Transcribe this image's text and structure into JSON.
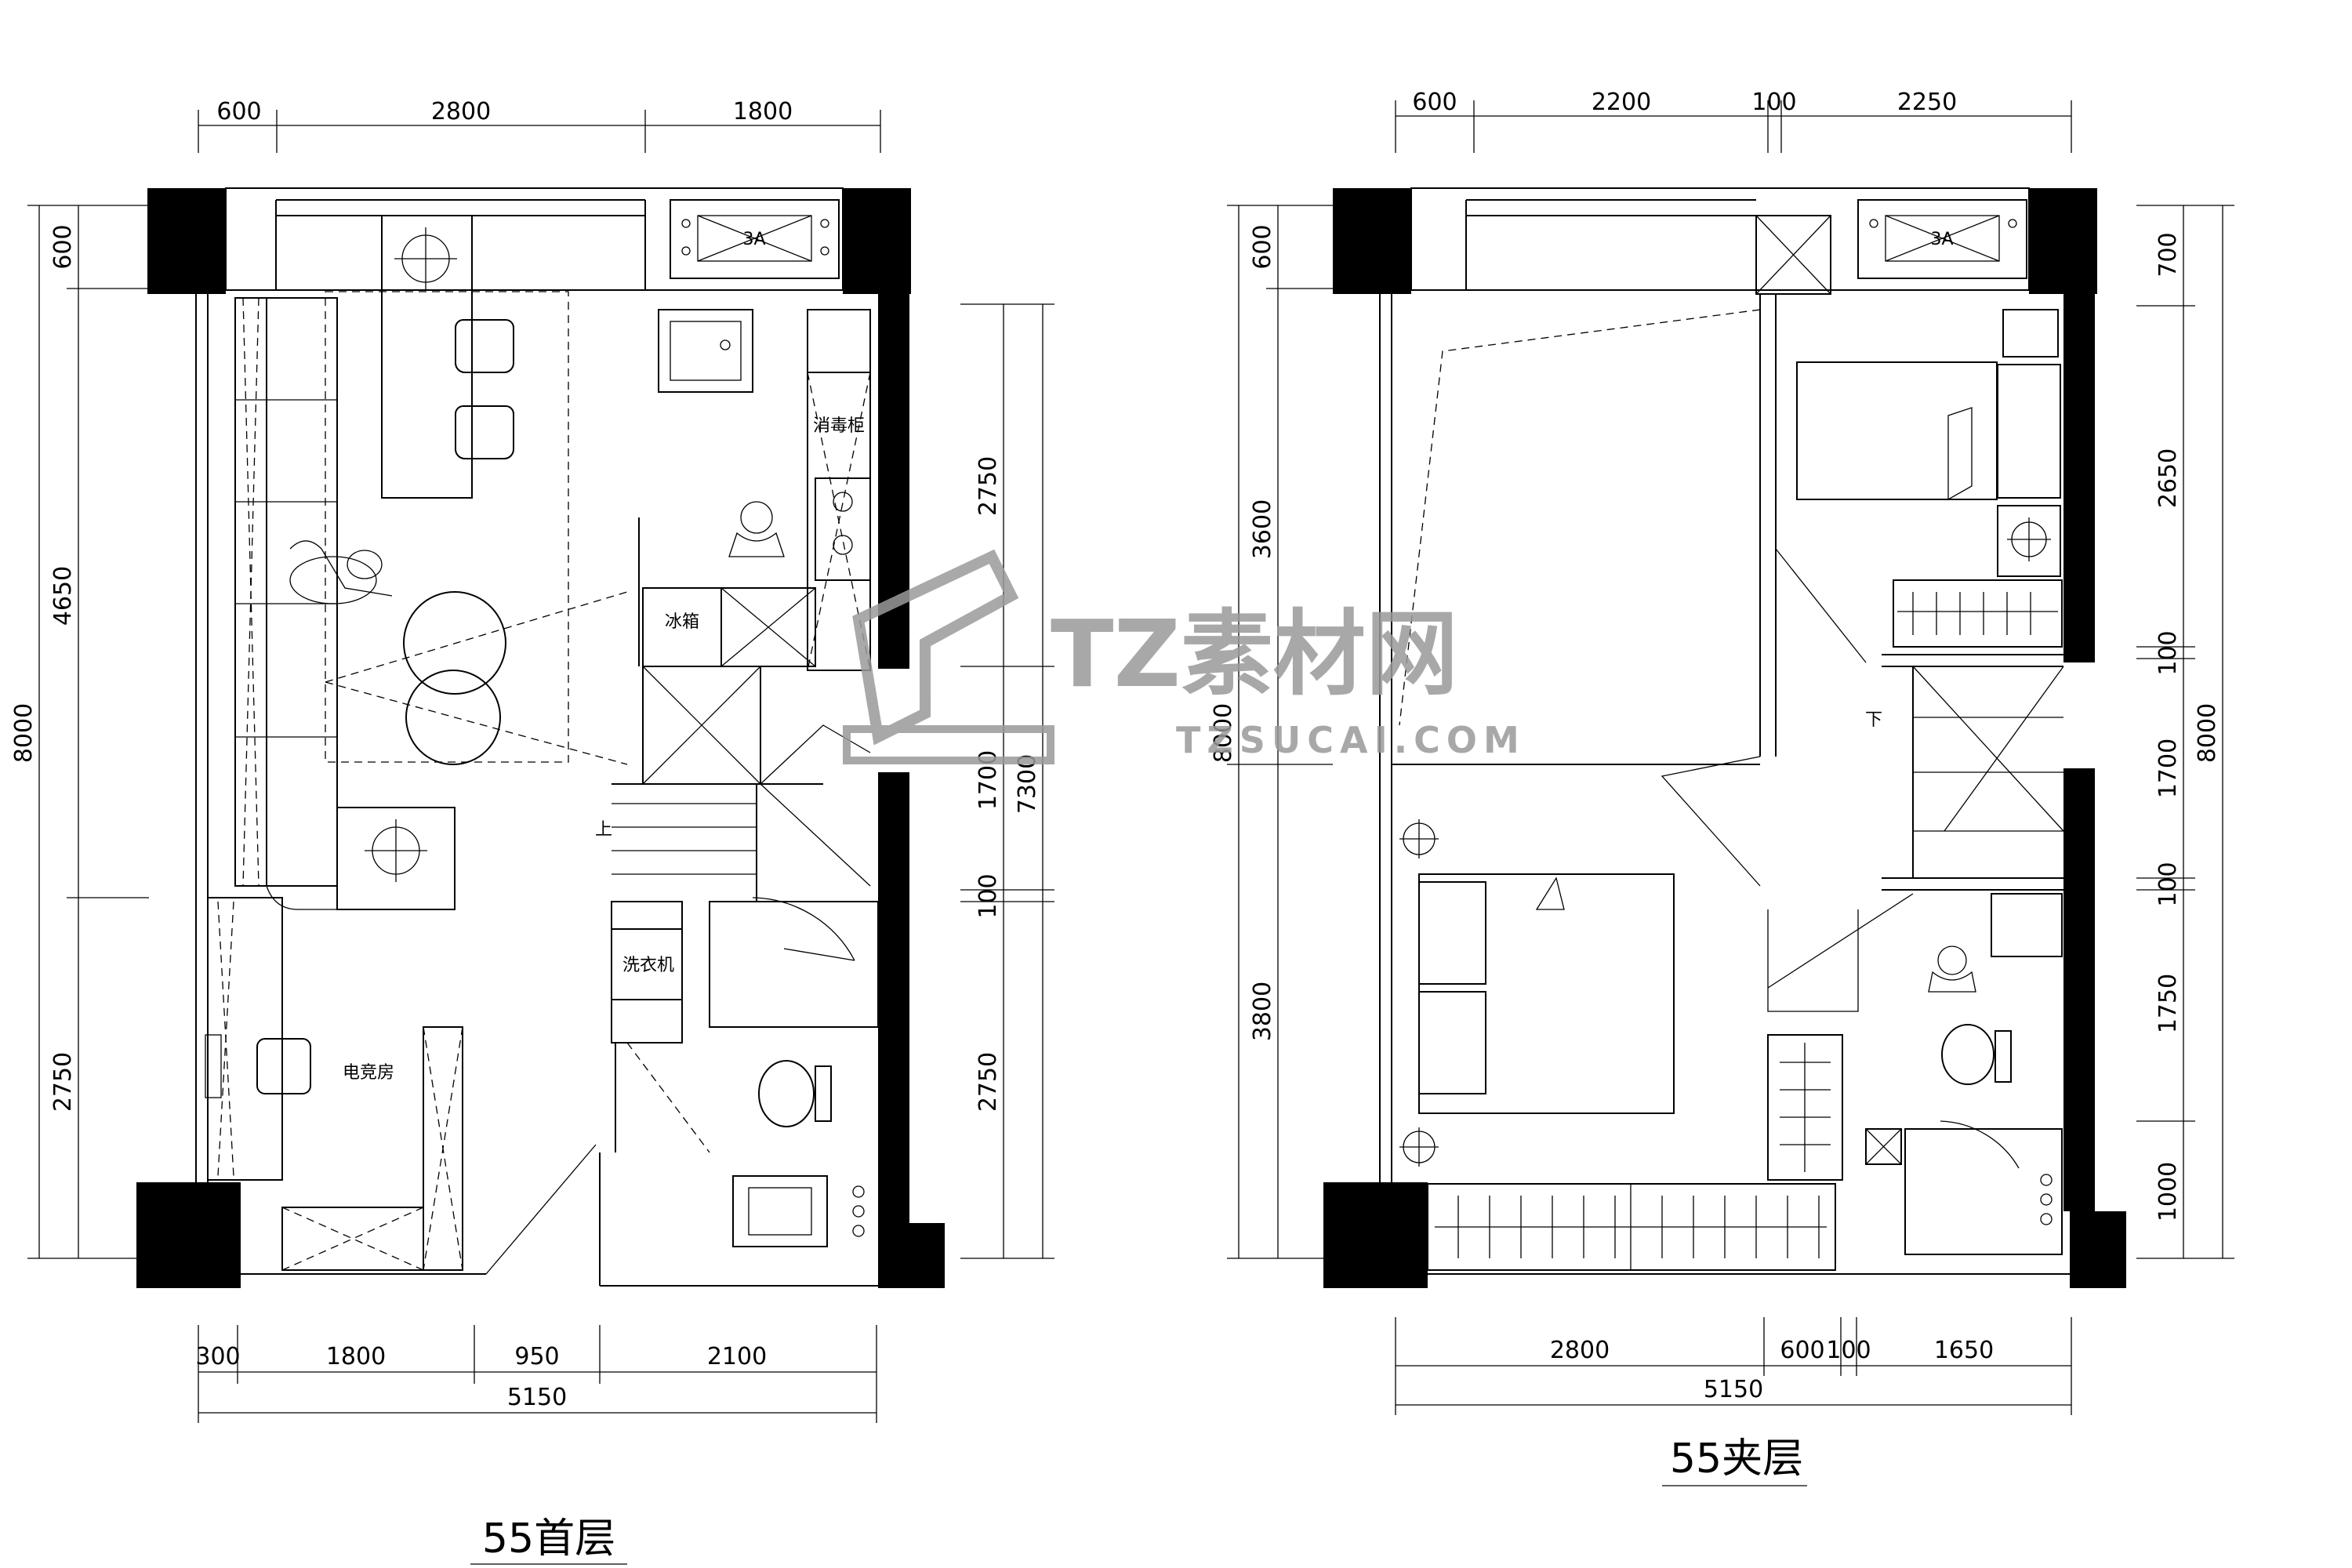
{
  "ground_floor": {
    "title": "55首层",
    "top_dims": [
      "600",
      "2800",
      "1800"
    ],
    "bottom_dims": [
      "300",
      "1800",
      "950",
      "2100"
    ],
    "bottom_total": "5150",
    "left_dims": [
      "600",
      "4650",
      "2750"
    ],
    "left_total": "8000",
    "right_dims": [
      "2750",
      "1700",
      "100",
      "2750"
    ],
    "right_total": "7300",
    "labels": {
      "disinfection_cabinet": "消毒柜",
      "fridge": "冰箱",
      "washing_machine": "洗衣机",
      "esports_room": "电竞房",
      "stairs_up": "上",
      "window_mark": "3A"
    }
  },
  "mezzanine": {
    "title": "55夹层",
    "top_dims": [
      "600",
      "2200",
      "100",
      "2250"
    ],
    "bottom_dims": [
      "2800",
      "600",
      "100",
      "1650"
    ],
    "bottom_total": "5150",
    "left_dims": [
      "600",
      "3600",
      "3800"
    ],
    "left_total": "8000",
    "right_dims": [
      "700",
      "2650",
      "100",
      "1700",
      "100",
      "1750",
      "1000"
    ],
    "right_total": "8000",
    "labels": {
      "stairs_down": "下",
      "window_mark": "3A"
    }
  },
  "watermark": {
    "main": "TZ素材网",
    "sub": "TZSUCAI.COM"
  }
}
